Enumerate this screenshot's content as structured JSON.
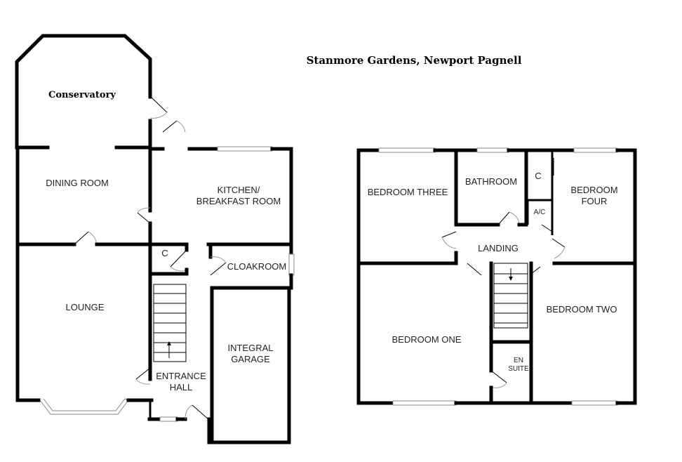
{
  "title": "Stanmore Gardens, Newport Pagnell",
  "ground_floor": {
    "conservatory": "Conservatory",
    "dining_room": "DINING ROOM",
    "kitchen_line1": "KITCHEN/",
    "kitchen_line2": "BREAKFAST ROOM",
    "cupboard": "C",
    "cloakroom": "CLOAKROOM",
    "lounge": "LOUNGE",
    "garage_line1": "INTEGRAL",
    "garage_line2": "GARAGE",
    "hall_line1": "ENTRANCE",
    "hall_line2": "HALL"
  },
  "first_floor": {
    "bedroom_three": "BEDROOM THREE",
    "bathroom": "BATHROOM",
    "cupboard": "C",
    "bedroom_four_line1": "BEDROOM",
    "bedroom_four_line2": "FOUR",
    "airing_cupboard": "A/C",
    "landing": "LANDING",
    "bedroom_one": "BEDROOM ONE",
    "bedroom_two": "BEDROOM TWO",
    "ensuite_line1": "EN",
    "ensuite_line2": "SUITE"
  }
}
